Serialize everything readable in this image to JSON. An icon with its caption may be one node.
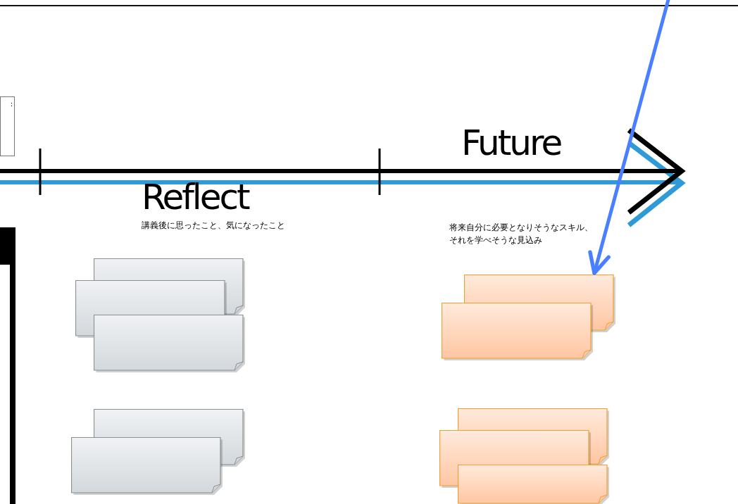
{
  "diagram": {
    "nodes": [
      {
        "text": [
          ":"
        ]
      },
      {
        "text": [],
        "shape": "box"
      },
      {
        "text": [],
        "shape": "box"
      },
      {
        "text": [],
        "shape": "box"
      },
      {
        "text": [],
        "shape": "box"
      },
      {
        "text": [],
        "shape": "box"
      },
      {
        "text": [],
        "shape": "box"
      },
      {
        "text": [],
        "shape": "box"
      },
      {
        "text": [],
        "shape": "box"
      },
      {
        "text": [],
        "shape": "box"
      },
      {
        "text": [],
        "shape": "box"
      }
    ],
    "edges": [
      {
        "from": null,
        "to": 4,
        "arrow": "to",
        "color": "#4a80ff"
      }
    ],
    "labels": [
      "Future",
      "Reflect",
      "講義後に思ったこと、気になったこと",
      "将来自分に必要となりそうなスキル、それを学べそうな見込み"
    ]
  }
}
